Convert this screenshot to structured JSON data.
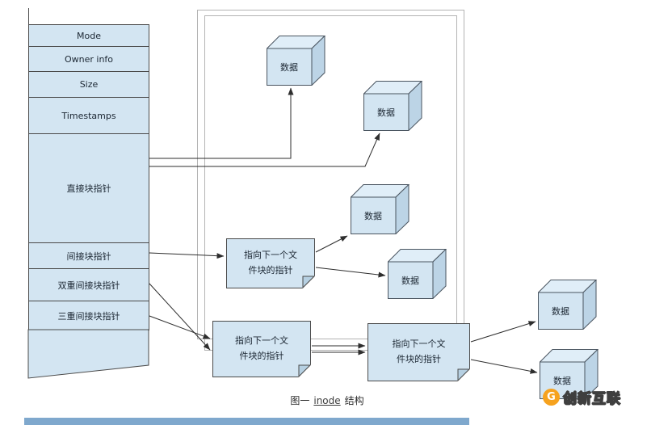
{
  "diagram": {
    "inode_table": {
      "rows": [
        {
          "label": "Mode"
        },
        {
          "label": "Owner info"
        },
        {
          "label": "Size"
        },
        {
          "label": "Timestamps"
        },
        {
          "label": "直接块指针"
        },
        {
          "label": "间接块指针"
        },
        {
          "label": "双重间接块指针"
        },
        {
          "label": "三重间接块指针"
        }
      ]
    },
    "data_blocks": [
      {
        "label": "数据"
      },
      {
        "label": "数据"
      },
      {
        "label": "数据"
      },
      {
        "label": "数据"
      },
      {
        "label": "数据"
      },
      {
        "label": "数据"
      }
    ],
    "pointer_notes": [
      {
        "label": "指向下一个文件块的指针"
      },
      {
        "label": "指向下一个文件块的指针"
      },
      {
        "label": "指向下一个文件块的指针"
      }
    ],
    "caption": {
      "prefix": "图一",
      "link_text": "inode",
      "suffix": "结构"
    }
  },
  "watermark": {
    "icon_glyph": "G",
    "brand": "创新互联"
  },
  "colors": {
    "block_fill": "#d3e5f2",
    "block_stroke": "#4a5560",
    "frame_stroke": "#b3b3b3",
    "accent_orange": "#f6a21e",
    "bottom_bar": "#7fa8cd"
  }
}
